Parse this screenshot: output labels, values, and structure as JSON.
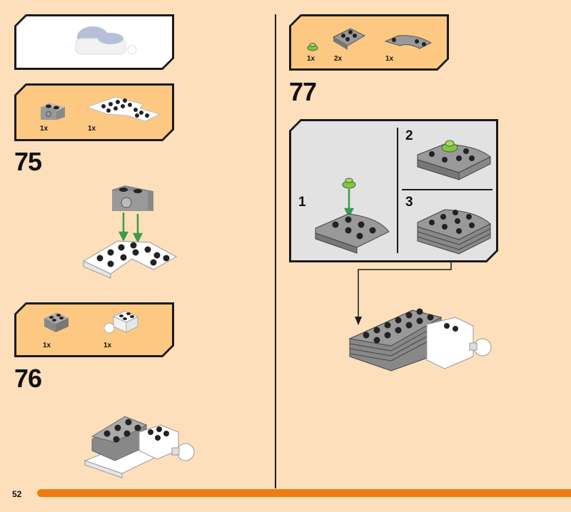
{
  "page_number": "52",
  "colors": {
    "background": "#fde0bb",
    "parts_box": "#fdc982",
    "accent_bar": "#ee7d11",
    "gray_panel": "#e2e2e2"
  },
  "steps": [
    {
      "number": "75",
      "parts": [
        {
          "name": "technic-brick-1x2",
          "qty": "1x"
        },
        {
          "name": "corner-plate-white",
          "qty": "1x"
        }
      ]
    },
    {
      "number": "76",
      "parts": [
        {
          "name": "brick-2x2-gray",
          "qty": "1x"
        },
        {
          "name": "brick-with-ball-white",
          "qty": "1x"
        }
      ]
    },
    {
      "number": "77",
      "parts": [
        {
          "name": "round-plate-lime",
          "qty": "1x"
        },
        {
          "name": "plate-gray",
          "qty": "2x"
        },
        {
          "name": "curved-plate-gray",
          "qty": "1x"
        }
      ],
      "substeps": [
        "1",
        "2",
        "3"
      ]
    }
  ]
}
